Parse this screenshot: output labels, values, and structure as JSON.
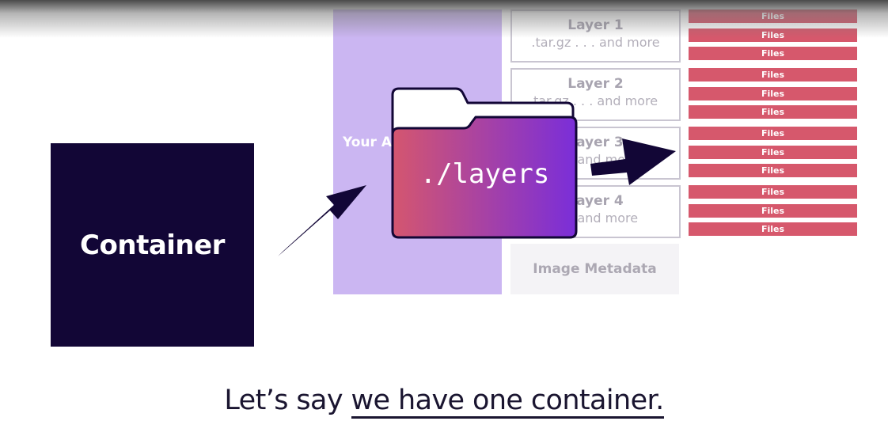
{
  "container": {
    "label": "Container"
  },
  "app_column": {
    "label": "Your A"
  },
  "layers": [
    {
      "title": "Layer 1",
      "subtitle": ".tar.gz . . . and more"
    },
    {
      "title": "Layer 2",
      "subtitle": "tar.gz . . . and more"
    },
    {
      "title": "Layer 3",
      "subtitle": ". . . and more"
    },
    {
      "title": "Layer 4",
      "subtitle": ". . . and more"
    }
  ],
  "metadata": {
    "label": "Image Metadata"
  },
  "files": [
    "Files",
    "Files",
    "Files",
    "Files",
    "Files",
    "Files",
    "Files",
    "Files",
    "Files",
    "Files",
    "Files",
    "Files"
  ],
  "folder": {
    "label": "./layers"
  },
  "caption": {
    "before": "Let’s say ",
    "underlined": "we have one container."
  },
  "colors": {
    "container_bg": "#120636",
    "app_column": "#cbb6f2",
    "file_bar": "#d6586c",
    "folder_gradient_start": "#d4566f",
    "folder_gradient_end": "#7a2ed9",
    "arrow": "#120636"
  }
}
